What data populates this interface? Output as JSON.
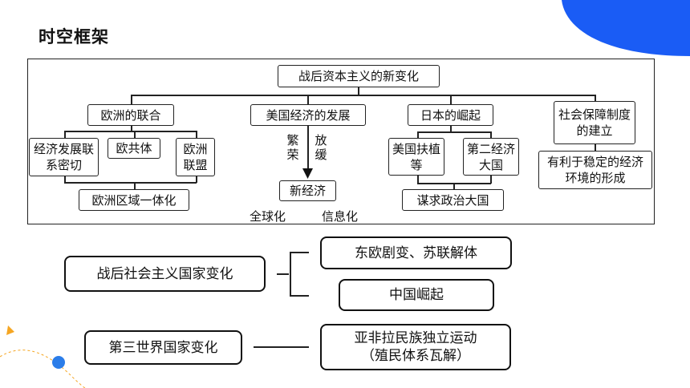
{
  "page": {
    "title": "时空框架"
  },
  "diagram": {
    "root": "战后资本主义的新变化",
    "europe": {
      "label": "欧洲的联合",
      "children": [
        "经济发展联系密切",
        "欧共体",
        "欧洲联盟"
      ],
      "result": "欧洲区域一体化"
    },
    "usa": {
      "label": "美国经济的发展",
      "left_vertical": "繁荣",
      "right_vertical": "放缓",
      "result": "新经济",
      "outcomes": [
        "全球化",
        "信息化"
      ]
    },
    "japan": {
      "label": "日本的崛起",
      "children": [
        "美国扶植等",
        "第二经济大国"
      ],
      "result": "谋求政治大国"
    },
    "social": {
      "label": "社会保障制度的建立",
      "result": "有利于稳定的经济环境的形成"
    }
  },
  "lower": {
    "socialist": {
      "label": "战后社会主义国家变化",
      "branches": [
        "东欧剧变、苏联解体",
        "中国崛起"
      ]
    },
    "third_world": {
      "label": "第三世界国家变化",
      "result_line1": "亚非拉民族独立运动",
      "result_line2": "（殖民体系瓦解）"
    }
  },
  "colors": {
    "accent_blue": "#1a5cf5",
    "accent_orange": "#f5a623",
    "dot_blue": "#2b7de9"
  }
}
